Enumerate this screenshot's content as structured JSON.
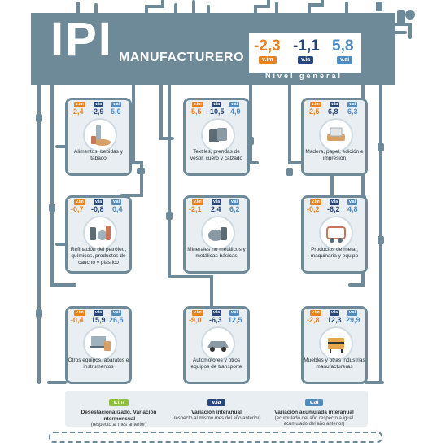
{
  "header": {
    "title": "IPI",
    "subtitle": "MANUFACTURERO",
    "nivel": {
      "vim": "-2,3",
      "via": "-1,1",
      "vai": "5,8",
      "label": "Nivel general"
    }
  },
  "tags": {
    "vim": "v.im",
    "via": "v.ia",
    "vai": "v.ai"
  },
  "cards": [
    {
      "vim": "-2,4",
      "via": "-2,9",
      "vai": "5,0",
      "label": "Alimentos, bebidas y tabaco"
    },
    {
      "vim": "-5,5",
      "via": "-10,5",
      "vai": "4,9",
      "label": "Textiles, prendas de vestir, cuero y calzado"
    },
    {
      "vim": "-2,5",
      "via": "6,8",
      "vai": "6,3",
      "label": "Madera, papel, edición e impresión"
    },
    {
      "vim": "-0,7",
      "via": "-0,8",
      "vai": "0,4",
      "label": "Refinación del petróleo, químicos, productos de caucho y plástico"
    },
    {
      "vim": "-2,1",
      "via": "2,4",
      "vai": "6,2",
      "label": "Minerales no metálicos y metálicas básicas"
    },
    {
      "vim": "-0,2",
      "via": "-6,2",
      "vai": "4,8",
      "label": "Productos de metal, maquinaria y equipo"
    },
    {
      "vim": "-0,4",
      "via": "15,9",
      "vai": "26,5",
      "label": "Otros equipos, aparatos e instrumentos"
    },
    {
      "vim": "-9,0",
      "via": "-6,3",
      "vai": "12,5",
      "label": "Automotores y otros equipos de transporte"
    },
    {
      "vim": "-2,8",
      "via": "12,3",
      "vai": "29,9",
      "label": "Muebles y otras industrias manufactureras"
    }
  ],
  "legend": [
    {
      "tag": "v.im",
      "heading": "Desestacionalizado. Variación intermensual",
      "detail": "(respecto al mes anterior)"
    },
    {
      "tag": "v.ia",
      "heading": "Variación interanual",
      "detail": "(respecto al mismo mes del año anterior)"
    },
    {
      "tag": "v.ai",
      "heading": "Variación acumulada interanual",
      "detail": "(acumulado del año respecto a igual acumulado del año anterior)"
    }
  ],
  "colors": {
    "pipe": "#6e8a99",
    "vim": "#e8821e",
    "via": "#27467a",
    "vai": "#4f8cc2",
    "vim_tag": "#8cbf3f"
  },
  "icons": [
    "food-icon",
    "textile-icon",
    "paper-icon",
    "chemicals-icon",
    "minerals-icon",
    "machinery-icon",
    "instruments-icon",
    "car-icon",
    "furniture-icon"
  ]
}
